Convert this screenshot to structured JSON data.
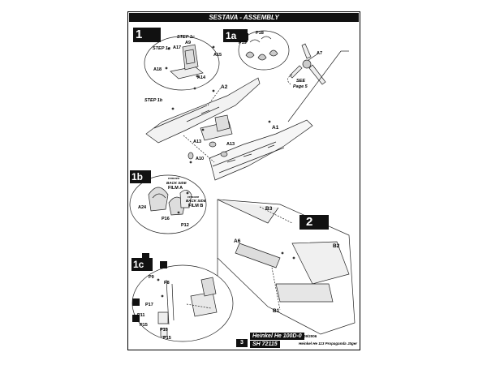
{
  "header": {
    "title": "SESTAVA - ASSEMBLY"
  },
  "steps": {
    "s1": "1",
    "s1a": "1a",
    "s1b": "1b",
    "s1c": "1c",
    "s2": "2"
  },
  "labels": {
    "step1a": "STEP 1a",
    "step1c": "STEP 1c",
    "step1b": "STEP 1b",
    "a9": "A9",
    "a17": "A17",
    "a15": "A15",
    "a18": "A18",
    "a14": "A14",
    "a2": "A2",
    "a1": "A1",
    "a13a": "A13",
    "a13b": "A13",
    "a10": "A10",
    "a7": "A7",
    "see": "SEE",
    "page5": "Page 5",
    "p18": "P18",
    "p19": "P19",
    "a24": "A24",
    "p16": "P16",
    "p12": "P12",
    "remove_a": "remove",
    "backside_a": "BACK SIDE",
    "filma": "FILM A",
    "remove_b": "remove",
    "backside_b": "BACK SIDE",
    "filmb": "FILM B",
    "b3": "B3",
    "a6": "A6",
    "b2": "B2",
    "b1": "B1",
    "p9": "P9",
    "p8": "P8",
    "p17": "P17",
    "p11": "P11",
    "p15a": "P15",
    "p10": "P10",
    "p15b": "P15"
  },
  "footer": {
    "page_number": "3",
    "title": "Heinkel He 100D-0",
    "code": "SH 72115",
    "date": "09/2006",
    "subtitle": "Heinkel He 113 Propaganda Jäger"
  }
}
